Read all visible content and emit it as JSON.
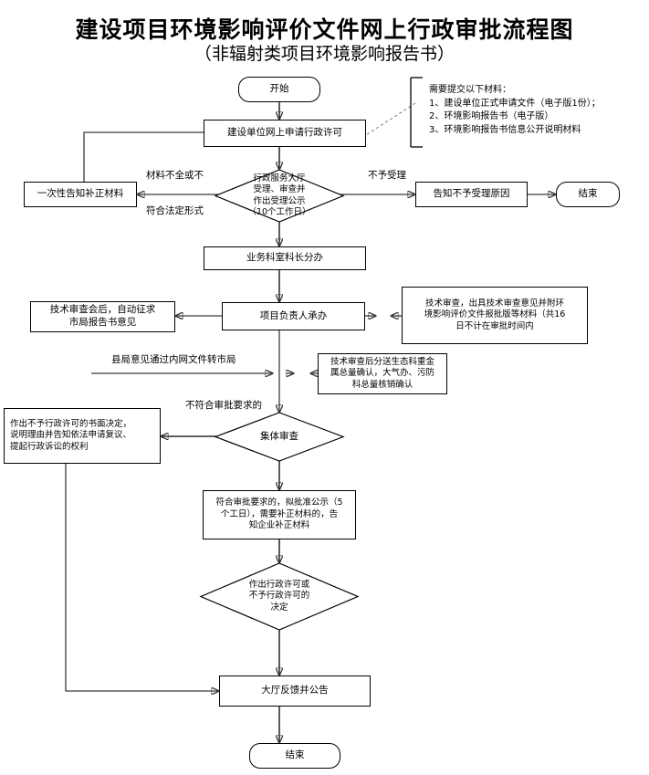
{
  "title": {
    "main": "建设项目环境影响评价文件网上行政审批流程图",
    "sub": "（非辐射类项目环境影响报告书）"
  },
  "note": {
    "text": "需要提交以下材料：\n1、建设单位正式申请文件（电子版1份）；\n2、环境影响报告书（电子版）\n3、环境影响报告书信息公开说明材料"
  },
  "nodes": {
    "start": "开始",
    "apply": "建设单位网上申请行政许可",
    "hall_review": "行政服务大厅\n受理、审查并\n作出受理公示\n（10个工作日）",
    "notify_supplement": "一次性告知补正材料",
    "notify_reject_reason": "告知不予受理原因",
    "end_top": "结束",
    "section_chief": "业务科室科长分办",
    "project_owner": "项目负责人承办",
    "auto_opinion": "技术审查会后，自动征求\n市局报告书意见",
    "tech_review": "技术审查，出具技术审查意见并附环\n境影响评价文件报批版等材料（共16\n日不计在审批时间内",
    "distribute": "技术审查后分送生态科重金\n属总量确认，大气办、污防\n科总量核销确认",
    "reject_decision": "作出不予行政许可的书面决定，\n说明理由并告知依法申请复议、\n提起行政诉讼的权利",
    "collective_review": "集体审查",
    "approve_publicize": "符合审批要求的，拟批准公示（5\n个工日），需要补正材料的，告\n知企业补正材料",
    "final_decision": "作出行政许可或\n不予行政许可的\n决定",
    "hall_feedback": "大厅反馈并公告",
    "end_bottom": "结束"
  },
  "edge_labels": {
    "incomplete": "材料不全或不",
    "legal_form": "符合法定形式",
    "not_accepted": "不予受理",
    "county_opinion": "县局意见通过内网文件转市局",
    "not_meet": "不符合审批要求的"
  },
  "colors": {
    "line": "#3a3a3a",
    "border": "#000000",
    "background": "#ffffff",
    "text": "#000000"
  }
}
